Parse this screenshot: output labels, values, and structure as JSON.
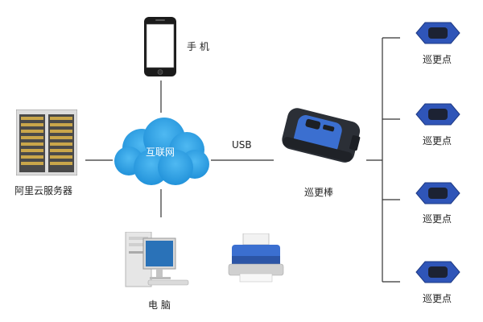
{
  "nodes": {
    "phone": {
      "label": "手 机"
    },
    "internet": {
      "label": "互联网"
    },
    "server": {
      "label": "阿里云服务器"
    },
    "computer": {
      "label": "电 脑"
    },
    "patrol_stick": {
      "label": "巡更棒"
    },
    "checkpoints": [
      {
        "label": "巡更点"
      },
      {
        "label": "巡更点"
      },
      {
        "label": "巡更点"
      },
      {
        "label": "巡更点"
      }
    ]
  },
  "connections": {
    "usb": {
      "label": "USB"
    }
  },
  "colors": {
    "cloud": "#1e9be6",
    "line": "#333333",
    "checkpoint_blue": "#2f55b8",
    "device_dark": "#2b2f36",
    "device_blue": "#3b6fd0"
  }
}
